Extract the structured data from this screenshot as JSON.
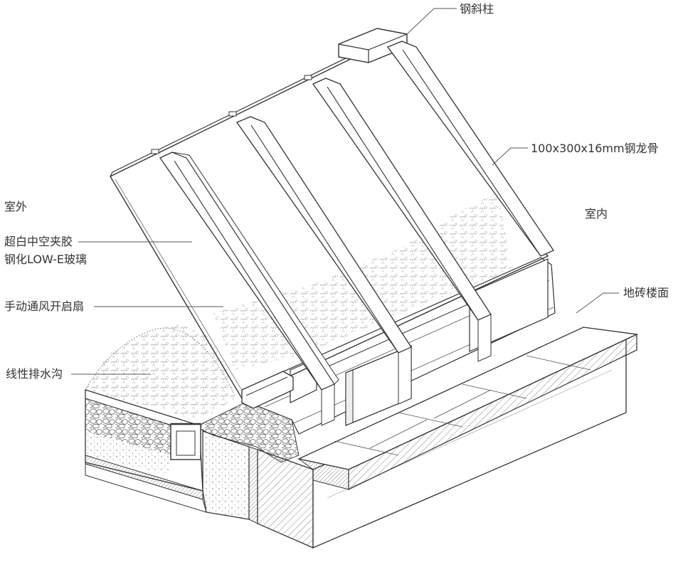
{
  "labels": {
    "steel_column": "钢斜柱",
    "steel_keel": "100x300x16mm钢龙骨",
    "outdoor": "室外",
    "indoor": "室内",
    "glass_line1": "超白中空夹胶",
    "glass_line2": "钢化LOW-E玻璃",
    "vent_sash": "手动通风开启扇",
    "floor_tile": "地砖楼面",
    "drain": "线性排水沟"
  },
  "colors": {
    "line": "#3a3a3a",
    "leader": "#555555",
    "text": "#333333",
    "hatch": "#6a6a6a",
    "background": "#ffffff"
  }
}
